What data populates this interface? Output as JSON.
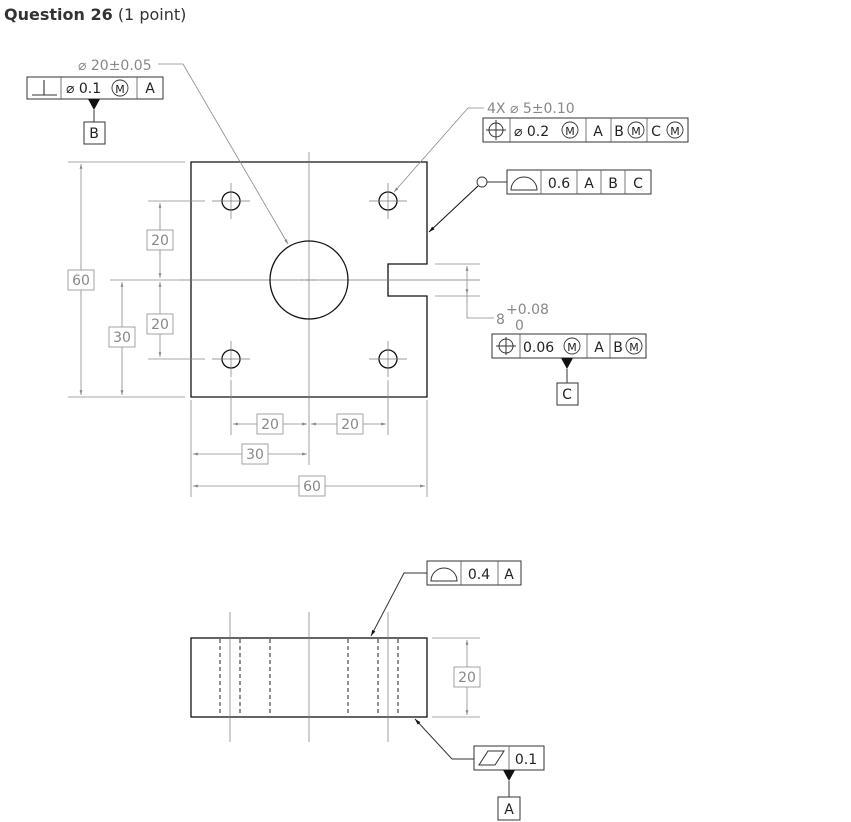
{
  "question": {
    "title": "Question 26",
    "points": "(1 point)"
  },
  "top_view": {
    "datum_b_frame": {
      "symbol": "perpendicularity",
      "tolerance": "⌀ 0.1",
      "modifier": "M",
      "datum": "A",
      "datum_label": "B"
    },
    "center_hole_callout": "⌀ 20±0.05",
    "hole_pattern_callout": "4X ⌀ 5±0.10",
    "hole_pattern_frame": {
      "symbol": "position",
      "tolerance": "⌀ 0.2",
      "modifier": "M",
      "datums": [
        "A",
        "B",
        "M",
        "C",
        "M"
      ]
    },
    "profile_frame": {
      "symbol": "profile-of-surface",
      "tolerance": "0.6",
      "datums": [
        "A",
        "B",
        "C"
      ]
    },
    "slot_callout": {
      "nominal": "8",
      "upper": "+0.08",
      "lower": "0"
    },
    "slot_frame": {
      "symbol": "position",
      "tolerance": "0.06",
      "modifier": "M",
      "datums": [
        "A",
        "B",
        "M"
      ],
      "datum_label": "C"
    },
    "dimensions": {
      "height_total": "60",
      "hole_upper_offset": "20",
      "hole_lower_offset": "20",
      "center_height": "30",
      "hole_left_offset": "20",
      "hole_right_offset": "20",
      "center_width": "30",
      "width_total": "60"
    }
  },
  "side_view": {
    "profile_frame": {
      "symbol": "profile-of-surface",
      "tolerance": "0.4",
      "datums": [
        "A"
      ]
    },
    "flatness_frame": {
      "symbol": "flatness",
      "tolerance": "0.1",
      "datum_label": "A"
    },
    "thickness": "20"
  }
}
